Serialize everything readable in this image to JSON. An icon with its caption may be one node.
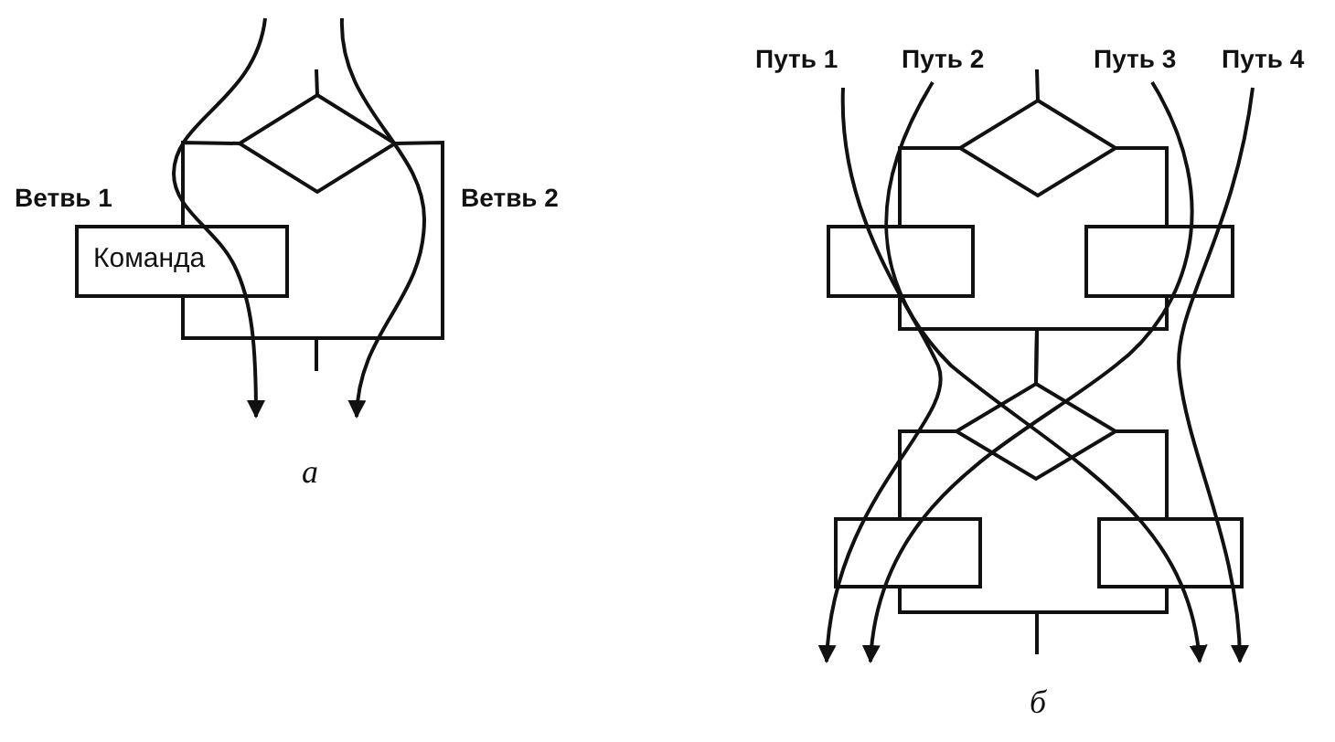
{
  "diagram": {
    "nodes": [
      {
        "text": [],
        "shape": "diamond"
      },
      {
        "text": [
          "Команда"
        ]
      },
      {
        "text": [],
        "shape": "diamond"
      },
      {
        "text": [],
        "shape": "box"
      },
      {
        "text": [],
        "shape": "box"
      },
      {
        "text": [],
        "shape": "diamond"
      },
      {
        "text": [],
        "shape": "box"
      },
      {
        "text": [],
        "shape": "box"
      }
    ],
    "edges": [
      {
        "from": null,
        "to": 0,
        "arrow": "none"
      },
      {
        "from": 0,
        "to": 1,
        "arrow": "none"
      },
      {
        "from": 0,
        "to": null,
        "arrow": "none"
      },
      {
        "from": 1,
        "to": null,
        "arrow": "none"
      },
      {
        "from": null,
        "to": 2,
        "arrow": "none"
      },
      {
        "from": 2,
        "to": 3,
        "arrow": "none"
      },
      {
        "from": 2,
        "to": 4,
        "arrow": "none"
      },
      {
        "from": 3,
        "to": 5,
        "arrow": "none"
      },
      {
        "from": 4,
        "to": 5,
        "arrow": "none"
      },
      {
        "from": 5,
        "to": 6,
        "arrow": "none"
      },
      {
        "from": 5,
        "to": 7,
        "arrow": "none"
      },
      {
        "from": 6,
        "to": null,
        "arrow": "none"
      },
      {
        "from": 7,
        "to": null,
        "arrow": "none"
      }
    ],
    "labels": [
      "Ветвь 1",
      "Ветвь 2",
      "а",
      "Путь 1",
      "Путь 2",
      "Путь 3",
      "Путь 4",
      "б"
    ]
  }
}
